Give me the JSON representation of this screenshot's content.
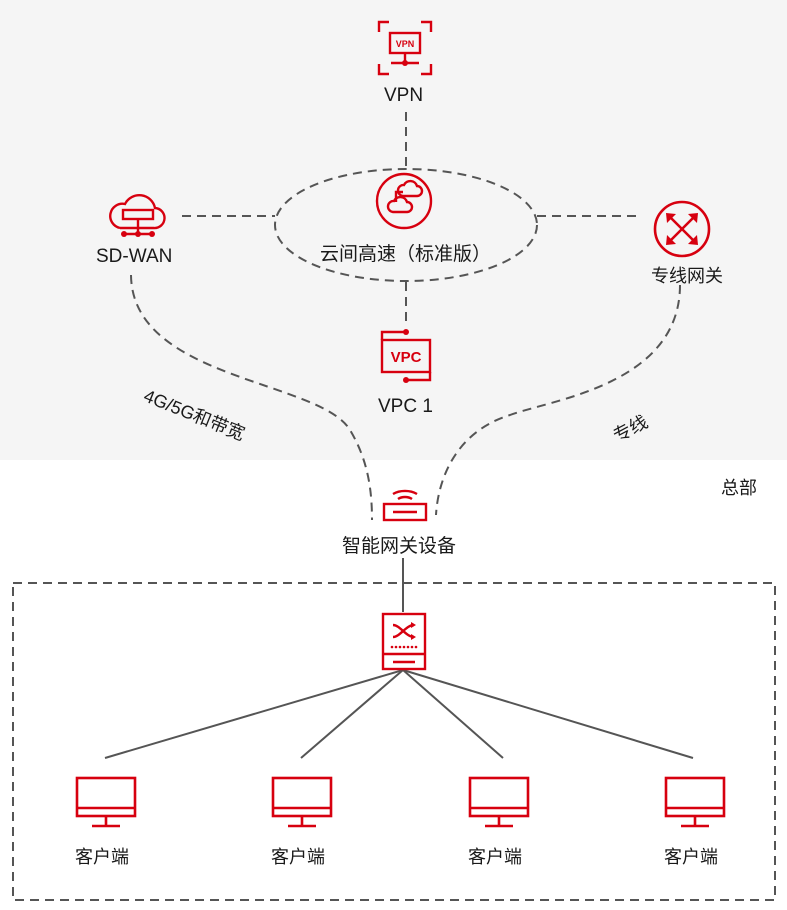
{
  "nodes": {
    "vpn": {
      "label": "VPN",
      "badge": "VPN",
      "icon": "vpn-gateway-icon"
    },
    "cloud_backbone": {
      "label": "云间高速（标准版）",
      "icon": "cloud-connect-icon"
    },
    "sdwan": {
      "label": "SD-WAN",
      "icon": "sdwan-cloud-icon"
    },
    "dedicated_gateway": {
      "label": "专线网关",
      "icon": "router-icon"
    },
    "vpc": {
      "label": "VPC 1",
      "badge": "VPC",
      "icon": "vpc-icon"
    },
    "smart_gateway": {
      "label": "智能网关设备",
      "icon": "wifi-router-icon"
    },
    "switch": {
      "icon": "switch-icon"
    },
    "clients": [
      {
        "label": "客户端",
        "icon": "monitor-icon"
      },
      {
        "label": "客户端",
        "icon": "monitor-icon"
      },
      {
        "label": "客户端",
        "icon": "monitor-icon"
      },
      {
        "label": "客户端",
        "icon": "monitor-icon"
      }
    ]
  },
  "links": {
    "left_path": "4G/5G和带宽",
    "right_path": "专线"
  },
  "zones": {
    "headquarters": "总部"
  },
  "colors": {
    "accent": "#d7000f",
    "cloud_background": "#f5f5f5",
    "line": "#555555",
    "text": "#1a1a1a"
  }
}
